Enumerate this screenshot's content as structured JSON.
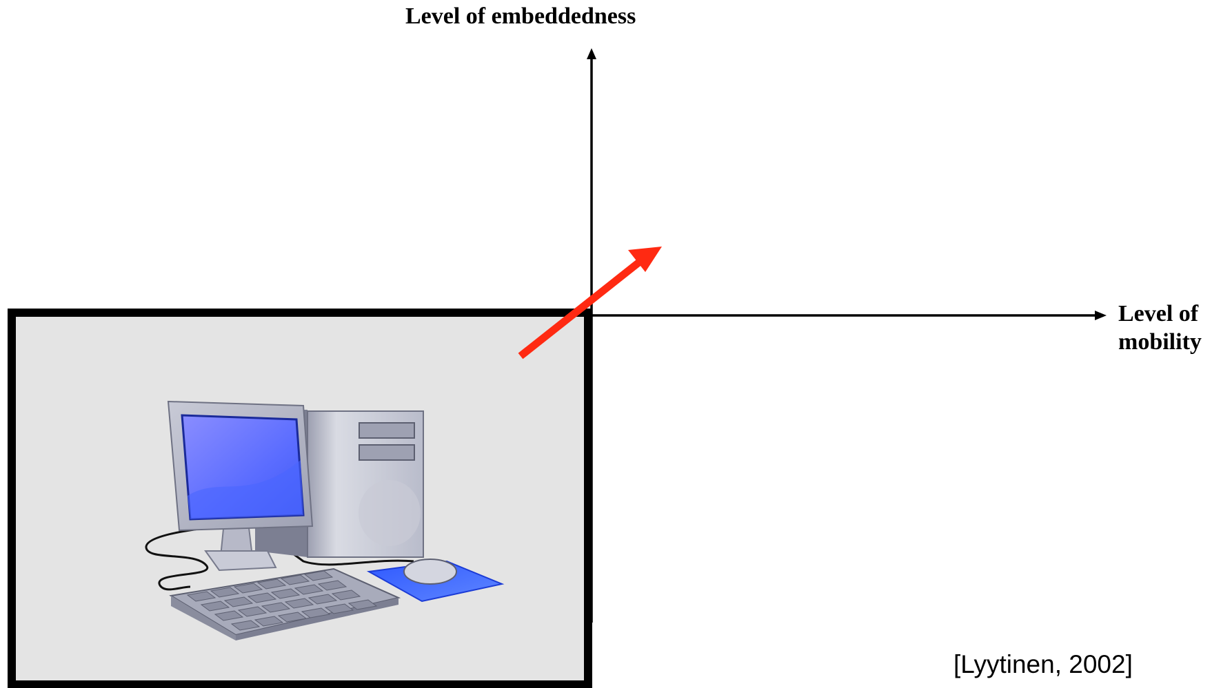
{
  "diagram": {
    "y_axis_label": "Level of embeddedness",
    "x_axis_label_line1": "Level of",
    "x_axis_label_line2": "mobility",
    "citation": "[Lyytinen, 2002]",
    "trend_arrow_color": "#ff2a12",
    "axis_color": "#000000",
    "box_fill": "#e4e4e4",
    "box_border": "#000000",
    "illustration_icon": "desktop-computer-icon"
  }
}
